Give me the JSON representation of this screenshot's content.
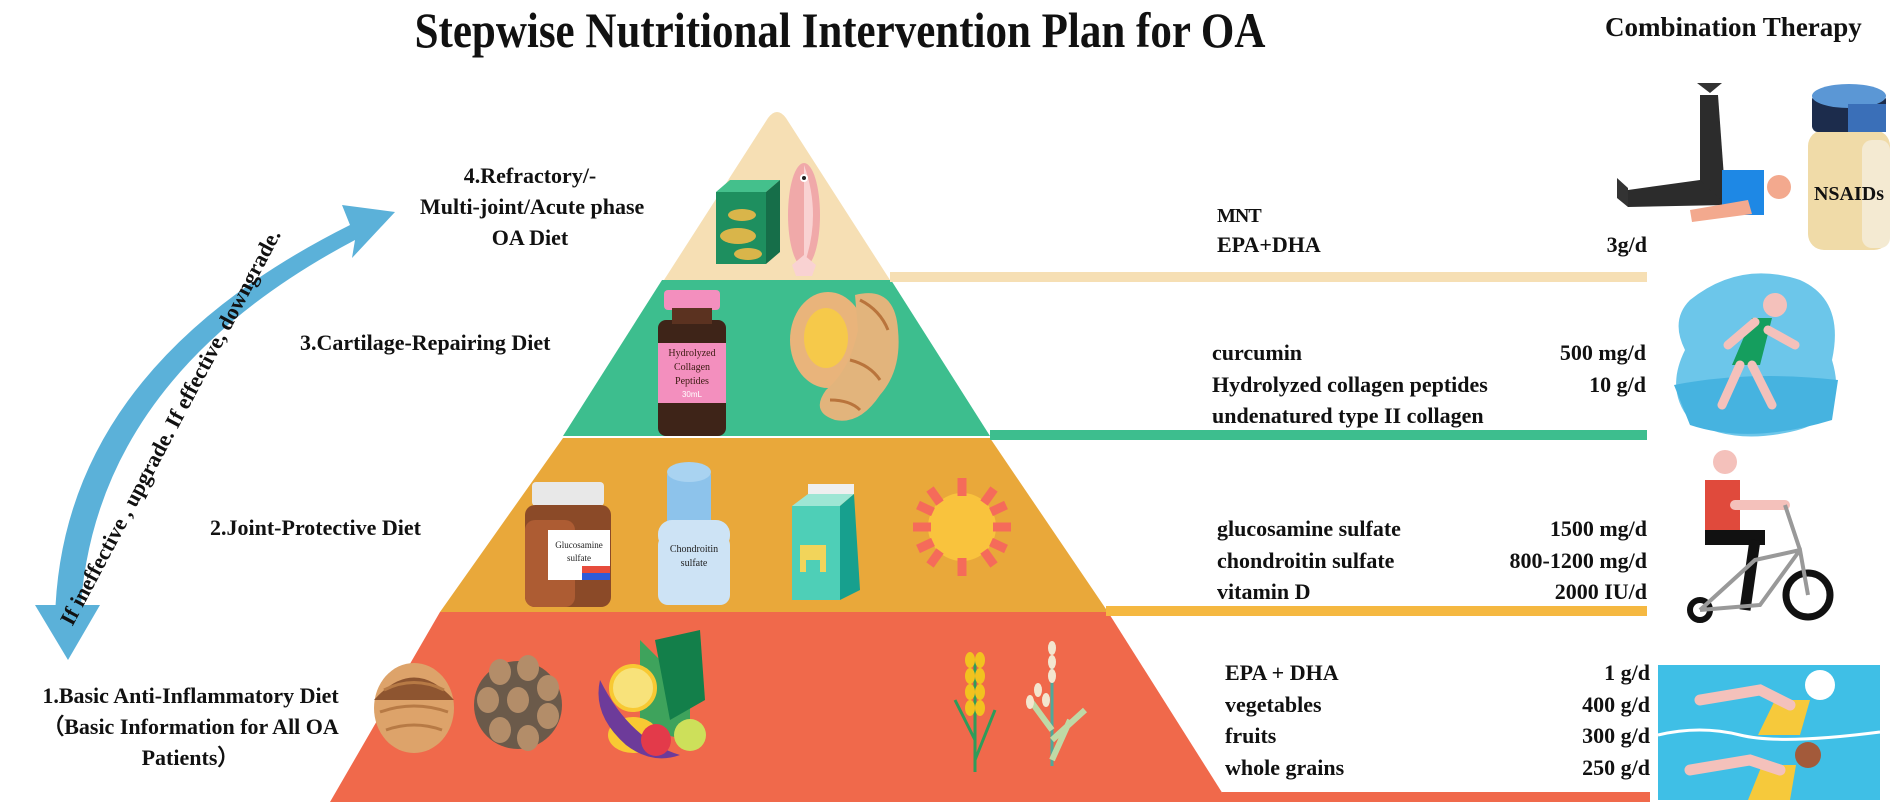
{
  "title": "Stepwise Nutritional Intervention Plan for OA",
  "combination_therapy": {
    "title": "Combination Therapy",
    "items": [
      {
        "name": "leg-raise-exercise",
        "label": ""
      },
      {
        "name": "nsaids-bottle",
        "label": "NSAIDs"
      },
      {
        "name": "water-walking",
        "label": ""
      },
      {
        "name": "cycling",
        "label": ""
      },
      {
        "name": "swimming",
        "label": ""
      }
    ]
  },
  "cycle_arrow": {
    "text": "If ineffective , upgrade. If effective, downgrade.",
    "color": "#5BB1D9"
  },
  "levels": [
    {
      "id": 4,
      "label_lines": [
        "4.Refractory/-",
        "Multi-joint/Acute phase",
        "OA Diet"
      ],
      "color": "#F6DFB4",
      "icons": [
        "canned-fish",
        "fish"
      ],
      "header": "MNT",
      "items": [
        {
          "name": "EPA+DHA",
          "dose": "3g/d"
        }
      ]
    },
    {
      "id": 3,
      "label": "3.Cartilage-Repairing Diet",
      "color": "#3DBE8E",
      "icons": [
        "collagen-bottle",
        "ginger"
      ],
      "bottle_label": [
        "Hydrolyzed",
        "Collagen",
        "Peptides",
        "30mL"
      ],
      "items": [
        {
          "name": "curcumin",
          "dose": "500 mg/d"
        },
        {
          "name": "Hydrolyzed collagen peptides",
          "dose": "10 g/d"
        },
        {
          "name": "undenatured type II collagen",
          "dose": ""
        }
      ]
    },
    {
      "id": 2,
      "label": "2.Joint-Protective Diet",
      "color": "#E9A83A",
      "icons": [
        "glucosamine-bottle",
        "chondroitin-bottle",
        "milk-carton",
        "sun"
      ],
      "glucosamine_label": [
        "Glucosamine",
        "sulfate"
      ],
      "chondroitin_label": [
        "Chondroitin",
        "sulfate"
      ],
      "items": [
        {
          "name": "glucosamine sulfate",
          "dose": "1500 mg/d"
        },
        {
          "name": "chondroitin sulfate",
          "dose": "800-1200 mg/d"
        },
        {
          "name": "vitamin D",
          "dose": "2000 IU/d"
        }
      ]
    },
    {
      "id": 1,
      "label_lines": [
        "1.Basic Anti-Inflammatory Diet",
        "（Basic Information for All OA",
        "Patients）"
      ],
      "color": "#F0694B",
      "icons": [
        "walnut",
        "hazelnuts",
        "vegetables-fruits",
        "wheat",
        "rice"
      ],
      "items": [
        {
          "name": "EPA + DHA",
          "dose": "1 g/d"
        },
        {
          "name": "vegetables",
          "dose": "400 g/d"
        },
        {
          "name": "fruits",
          "dose": "300 g/d"
        },
        {
          "name": "whole grains",
          "dose": "250 g/d"
        }
      ]
    }
  ]
}
